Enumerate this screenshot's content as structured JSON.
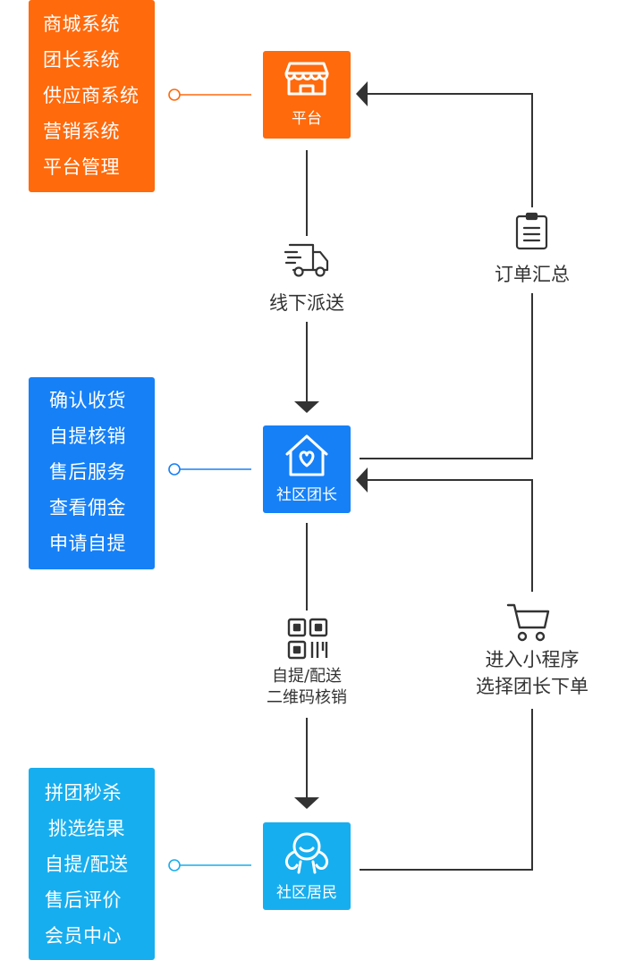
{
  "colors": {
    "orange": "#FF6A0C",
    "blue": "#1680F7",
    "light_blue": "#17AEEF",
    "line": "#333333"
  },
  "panels": {
    "platform": {
      "items": [
        "商城系统",
        "团长系统",
        "供应商系统",
        "营销系统",
        "平台管理"
      ]
    },
    "leader": {
      "items": [
        "确认收货",
        "自提核销",
        "售后服务",
        "查看佣金",
        "申请自提"
      ]
    },
    "resident": {
      "items": [
        "拼团秒杀",
        "挑选结果",
        "自提/配送",
        "售后评价",
        "会员中心"
      ]
    }
  },
  "nodes": {
    "platform": {
      "label": "平台",
      "icon": "storefront-icon"
    },
    "leader": {
      "label": "社区团长",
      "icon": "house-heart-icon"
    },
    "resident": {
      "label": "社区居民",
      "icon": "person-hug-icon"
    }
  },
  "edges": {
    "delivery": {
      "label": "线下派送",
      "icon": "delivery-truck-icon"
    },
    "order_summary": {
      "label": "订单汇总",
      "icon": "clipboard-icon"
    },
    "pickup": {
      "line1": "自提/配送",
      "line2": "二维码核销",
      "icon": "qr-code-icon"
    },
    "enter_app": {
      "line1": "进入小程序",
      "line2": "选择团长下单",
      "icon": "shopping-cart-icon"
    }
  }
}
